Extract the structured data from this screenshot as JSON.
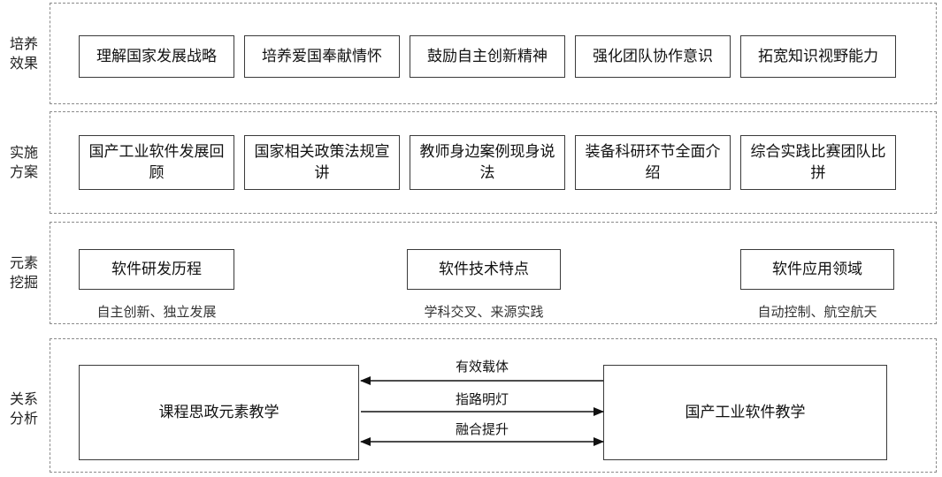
{
  "sections": {
    "effect": {
      "label": [
        "培养",
        "效果"
      ],
      "items": [
        "理解国家发展战略",
        "培养爱国奉献情怀",
        "鼓励自主创新精神",
        "强化团队协作意识",
        "拓宽知识视野能力"
      ]
    },
    "plan": {
      "label": [
        "实施",
        "方案"
      ],
      "items": [
        "国产工业软件发展回顾",
        "国家相关政策法规宣讲",
        "教师身边案例现身说法",
        "装备科研环节全面介绍",
        "综合实践比赛团队比拼"
      ]
    },
    "element": {
      "label": [
        "元素",
        "挖掘"
      ],
      "items": [
        {
          "title": "软件研发历程",
          "sub": "自主创新、独立发展"
        },
        {
          "title": "软件技术特点",
          "sub": "学科交叉、来源实践"
        },
        {
          "title": "软件应用领域",
          "sub": "自动控制、航空航天"
        }
      ]
    },
    "relation": {
      "label": [
        "关系",
        "分析"
      ],
      "left_box": "课程思政元素教学",
      "right_box": "国产工业软件教学",
      "arrows": [
        {
          "label": "有效载体",
          "direction": "right-to-left"
        },
        {
          "label": "指路明灯",
          "direction": "left-to-right"
        },
        {
          "label": "融合提升",
          "direction": "both"
        }
      ]
    }
  }
}
